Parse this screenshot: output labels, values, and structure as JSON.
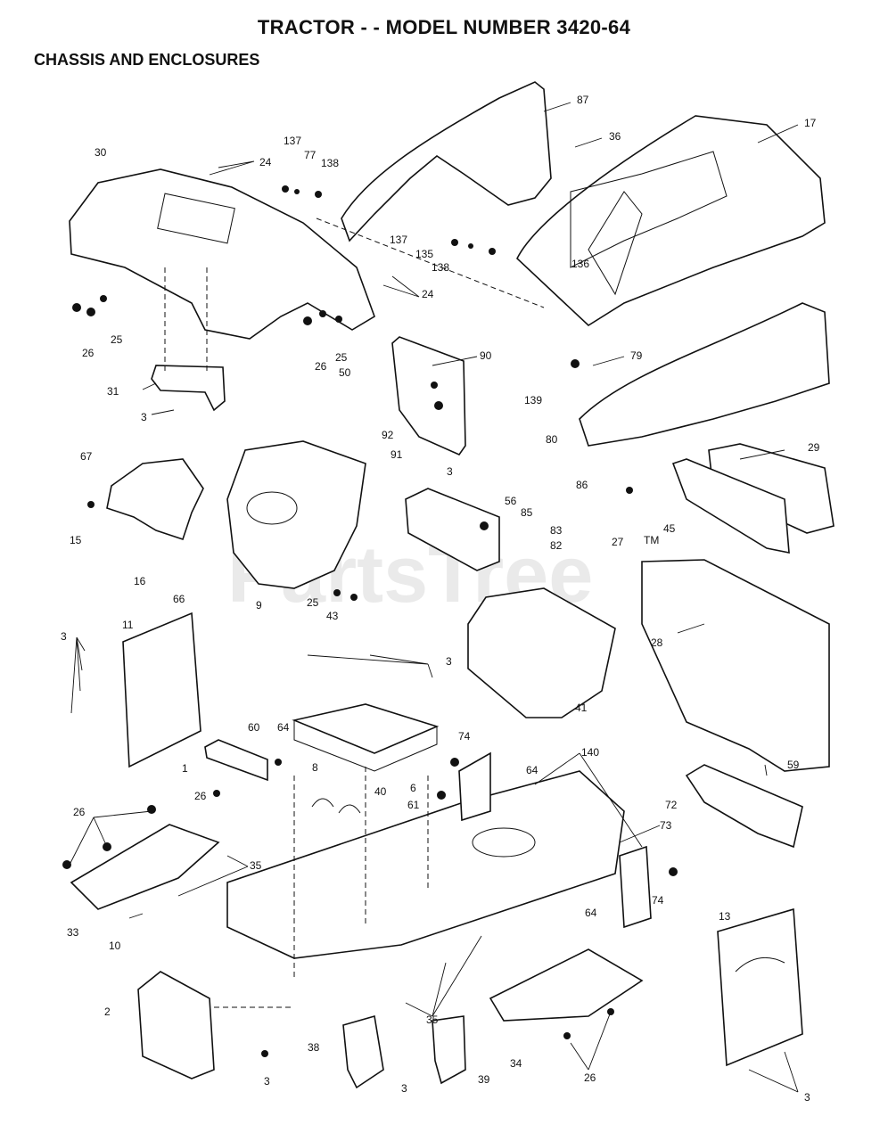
{
  "title": "TRACTOR - - MODEL NUMBER 3420-64",
  "subtitle": "CHASSIS AND ENCLOSURES",
  "watermark": "PartsTree",
  "watermark_tm": "TM",
  "callouts": [
    "87",
    "17",
    "36",
    "30",
    "24",
    "137",
    "77",
    "138",
    "135",
    "136",
    "25",
    "26",
    "90",
    "50",
    "79",
    "31",
    "3",
    "139",
    "92",
    "91",
    "80",
    "86",
    "67",
    "29",
    "15",
    "16",
    "66",
    "9",
    "43",
    "56",
    "85",
    "83",
    "82",
    "27",
    "45",
    "11",
    "28",
    "41",
    "60",
    "64",
    "8",
    "40",
    "6",
    "74",
    "140",
    "1",
    "61",
    "59",
    "73",
    "72",
    "35",
    "33",
    "10",
    "13",
    "2",
    "38",
    "39",
    "34"
  ]
}
